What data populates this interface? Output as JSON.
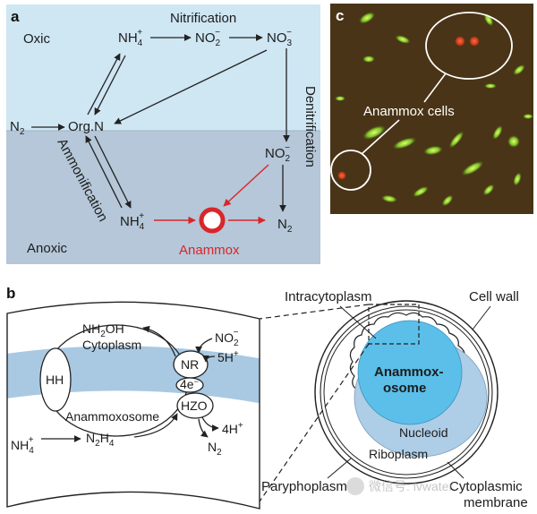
{
  "panel_a": {
    "label": "a",
    "oxic": "Oxic",
    "anoxic": "Anoxic",
    "nitrification": "Nitrification",
    "denitrification": "Denitrification",
    "ammonification": "Ammonification",
    "anammox": "Anammox",
    "species": {
      "nh4_top": {
        "base": "NH",
        "sub": "4",
        "sup": "+"
      },
      "no2_top": {
        "base": "NO",
        "sub": "2",
        "sup": "−"
      },
      "no3": {
        "base": "NO",
        "sub": "3",
        "sup": "−"
      },
      "n2_left": {
        "base": "N",
        "sub": "2",
        "sup": ""
      },
      "orgn": {
        "base": "Org.N",
        "sub": "",
        "sup": ""
      },
      "no2_bot": {
        "base": "NO",
        "sub": "2",
        "sup": "−"
      },
      "nh4_bot": {
        "base": "NH",
        "sub": "4",
        "sup": "+"
      },
      "n2_right": {
        "base": "N",
        "sub": "2",
        "sup": ""
      }
    },
    "colors": {
      "oxic_bg": "#cfe6f3",
      "anoxic_bg": "#b5c7d8",
      "anammox": "#d8262a"
    }
  },
  "panel_b": {
    "label": "b",
    "nh2oh": {
      "base": "NH",
      "sub": "2",
      "rest": "OH"
    },
    "cytoplasm": "Cytoplasm",
    "anammoxosome": "Anammoxosome",
    "hh": "HH",
    "nr": "NR",
    "hzo": "HZO",
    "e4": "4e",
    "e4_sup": "−",
    "no2": {
      "base": "NO",
      "sub": "2",
      "sup": "−"
    },
    "h5": {
      "base": "5H",
      "sup": "+"
    },
    "h4": {
      "base": "4H",
      "sup": "+"
    },
    "n2": {
      "base": "N",
      "sub": "2"
    },
    "n2h4": {
      "base": "N",
      "sub1": "2",
      "mid": "H",
      "sub2": "4"
    },
    "nh4": {
      "base": "NH",
      "sub": "4",
      "sup": "+"
    },
    "intracytoplasm": "Intracytoplasm",
    "cell_wall": "Cell wall",
    "anammoxosome_cell_line1": "Anammox-",
    "anammoxosome_cell_line2": "osome",
    "nucleoid": "Nucleoid",
    "riboplasm": "Riboplasm",
    "paryphoplasm": "Paryphoplasm",
    "cytoplasmic_line1": "Cytoplasmic",
    "cytoplasmic_line2": "membrane",
    "colors": {
      "membrane": "#a9c9e3",
      "anammoxosome": "#5bbfe9",
      "nucleoid": "#aecde6"
    }
  },
  "panel_c": {
    "label": "c",
    "callout": "Anammox cells"
  },
  "watermark": "微信号: lvwater"
}
